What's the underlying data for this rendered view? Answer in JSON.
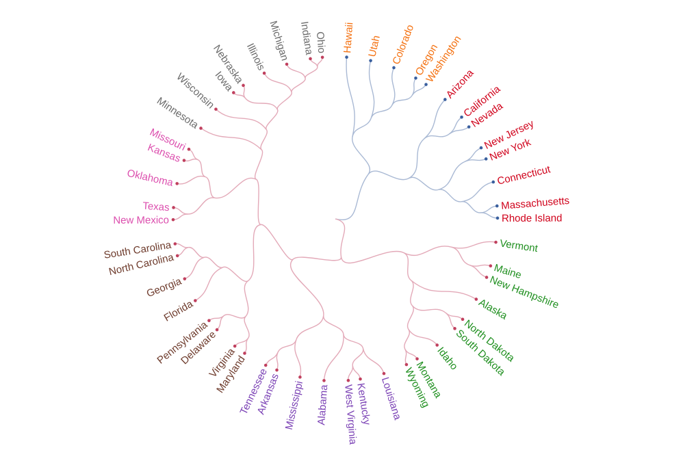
{
  "title": "US States Radial Dendrogram",
  "colors": {
    "link_west": "#a9b9d4",
    "dot_west": "#3a5f9e",
    "link_rest": "#e3a9b8",
    "dot_rest": "#c0405e"
  },
  "tree": {
    "children": [
      {
        "link": "link_west",
        "dot": "dot_west",
        "children": [
          {
            "color": "#f4700f",
            "children": [
              {
                "name": "Hawaii"
              },
              {
                "children": [
                  {
                    "name": "Utah"
                  },
                  {
                    "children": [
                      {
                        "name": "Colorado"
                      },
                      {
                        "children": [
                          {
                            "name": "Oregon"
                          },
                          {
                            "name": "Washington"
                          }
                        ]
                      }
                    ]
                  }
                ]
              }
            ]
          },
          {
            "color": "#d0021b",
            "children": [
              {
                "children": [
                  {
                    "name": "Arizona"
                  },
                  {
                    "children": [
                      {
                        "name": "California"
                      },
                      {
                        "name": "Nevada"
                      }
                    ]
                  }
                ]
              },
              {
                "children": [
                  {
                    "children": [
                      {
                        "name": "New Jersey"
                      },
                      {
                        "name": "New York"
                      }
                    ]
                  },
                  {
                    "children": [
                      {
                        "name": "Connecticut"
                      },
                      {
                        "children": [
                          {
                            "name": "Massachusetts"
                          },
                          {
                            "name": "Rhode Island"
                          }
                        ]
                      }
                    ]
                  }
                ]
              }
            ]
          }
        ]
      },
      {
        "link": "link_rest",
        "dot": "dot_rest",
        "children": [
          {
            "color": "#1f8f1f",
            "children": [
              {
                "children": [
                  {
                    "name": "Vermont"
                  },
                  {
                    "children": [
                      {
                        "name": "Maine"
                      },
                      {
                        "name": "New Hampshire"
                      }
                    ]
                  }
                ]
              },
              {
                "children": [
                  {
                    "name": "Alaska"
                  },
                  {
                    "children": [
                      {
                        "children": [
                          {
                            "name": "North Dakota"
                          },
                          {
                            "name": "South Dakota"
                          }
                        ]
                      },
                      {
                        "children": [
                          {
                            "name": "Idaho"
                          },
                          {
                            "children": [
                              {
                                "name": "Montana"
                              },
                              {
                                "name": "Wyoming"
                              }
                            ]
                          }
                        ]
                      }
                    ]
                  }
                ]
              }
            ]
          },
          {
            "children": [
              {
                "color": "#7b42b5",
                "children": [
                  {
                    "children": [
                      {
                        "children": [
                          {
                            "name": "Louisiana"
                          },
                          {
                            "children": [
                              {
                                "name": "Kentucky"
                              },
                              {
                                "name": "West Virginia"
                              }
                            ]
                          }
                        ]
                      },
                      {
                        "name": "Alabama"
                      }
                    ]
                  },
                  {
                    "children": [
                      {
                        "name": "Mississippi"
                      },
                      {
                        "children": [
                          {
                            "name": "Arkansas"
                          },
                          {
                            "name": "Tennessee"
                          }
                        ]
                      }
                    ]
                  }
                ]
              },
              {
                "children": [
                  {
                    "color": "#6e3b2c",
                    "children": [
                      {
                        "children": [
                          {
                            "children": [
                              {
                                "name": "Maryland"
                              },
                              {
                                "name": "Virginia"
                              }
                            ]
                          },
                          {
                            "children": [
                              {
                                "name": "Delaware"
                              },
                              {
                                "name": "Pennsylvania"
                              }
                            ]
                          }
                        ]
                      },
                      {
                        "children": [
                          {
                            "name": "Florida"
                          },
                          {
                            "children": [
                              {
                                "name": "Georgia"
                              },
                              {
                                "children": [
                                  {
                                    "name": "North Carolina"
                                  },
                                  {
                                    "name": "South Carolina"
                                  }
                                ]
                              }
                            ]
                          }
                        ]
                      }
                    ]
                  },
                  {
                    "children": [
                      {
                        "color": "#dc4fae",
                        "children": [
                          {
                            "children": [
                              {
                                "name": "New Mexico"
                              },
                              {
                                "name": "Texas"
                              }
                            ]
                          },
                          {
                            "children": [
                              {
                                "name": "Oklahoma"
                              },
                              {
                                "children": [
                                  {
                                    "name": "Kansas"
                                  },
                                  {
                                    "name": "Missouri"
                                  }
                                ]
                              }
                            ]
                          }
                        ]
                      },
                      {
                        "color": "#6b6b6b",
                        "children": [
                          {
                            "name": "Minnesota"
                          },
                          {
                            "children": [
                              {
                                "name": "Wisconsin"
                              },
                              {
                                "children": [
                                  {
                                    "children": [
                                      {
                                        "name": "Iowa"
                                      },
                                      {
                                        "name": "Nebraska"
                                      }
                                    ]
                                  },
                                  {
                                    "children": [
                                      {
                                        "name": "Illinois"
                                      },
                                      {
                                        "children": [
                                          {
                                            "name": "Michigan"
                                          },
                                          {
                                            "children": [
                                              {
                                                "name": "Indiana"
                                              },
                                              {
                                                "name": "Ohio"
                                              }
                                            ]
                                          }
                                        ]
                                      }
                                    ]
                                  }
                                ]
                              }
                            ]
                          }
                        ]
                      }
                    ]
                  }
                ]
              }
            ]
          }
        ]
      }
    ]
  }
}
